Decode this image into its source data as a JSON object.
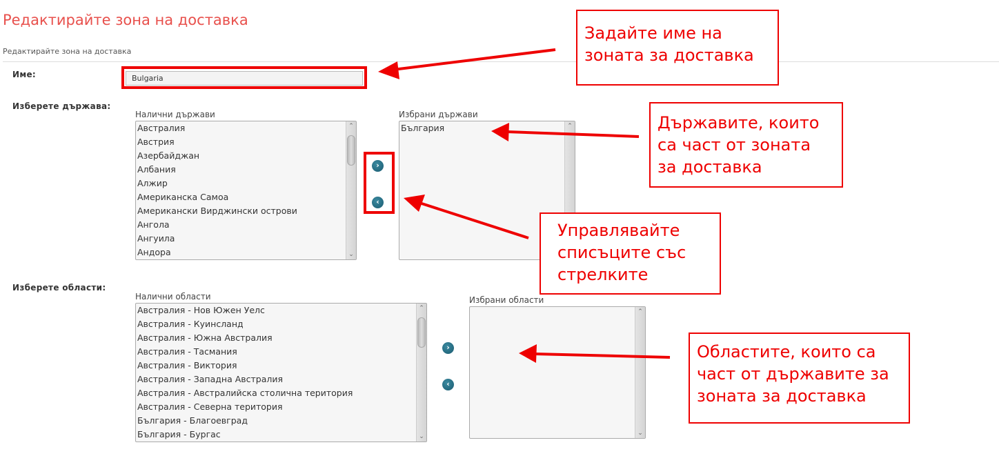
{
  "page": {
    "title": "Редактирайте зона на доставка",
    "subtitle": "Редактирайте зона на доставка"
  },
  "form": {
    "name_label": "Име:",
    "name_value": "Bulgaria",
    "country_label": "Изберете държава:",
    "available_countries_label": "Налични държави",
    "available_countries": [
      "Австралия",
      "Австрия",
      "Азербайджан",
      "Албания",
      "Алжир",
      "Американска Самоа",
      "Американски Вирджински острови",
      "Ангола",
      "Ангуила",
      "Андора"
    ],
    "selected_countries_label": "Избрани държави",
    "selected_countries": [
      "България"
    ],
    "regions_label": "Изберете области:",
    "available_regions_label": "Налични области",
    "available_regions": [
      "Австралия - Нов Южен Уелс",
      "Австралия - Куинсланд",
      "Австралия - Южна Австралия",
      "Австралия - Тасмания",
      "Австралия - Виктория",
      "Австралия - Западна Австралия",
      "Австралия - Австралийска столична територия",
      "Австралия - Северна територия",
      "България - Благоевград",
      "България - Бургас"
    ],
    "selected_regions_label": "Избрани области",
    "add_symbol": "›",
    "remove_symbol": "‹"
  },
  "annotations": [
    "Задайте име на зоната за доставка",
    "Държавите, които са част от зоната за доставка",
    "Управлявайте списъците със стрелките",
    "Областите, които са част от държавите за зоната за доставка"
  ],
  "colors": {
    "accent": "#e8504c",
    "annotation": "#ee0000"
  }
}
